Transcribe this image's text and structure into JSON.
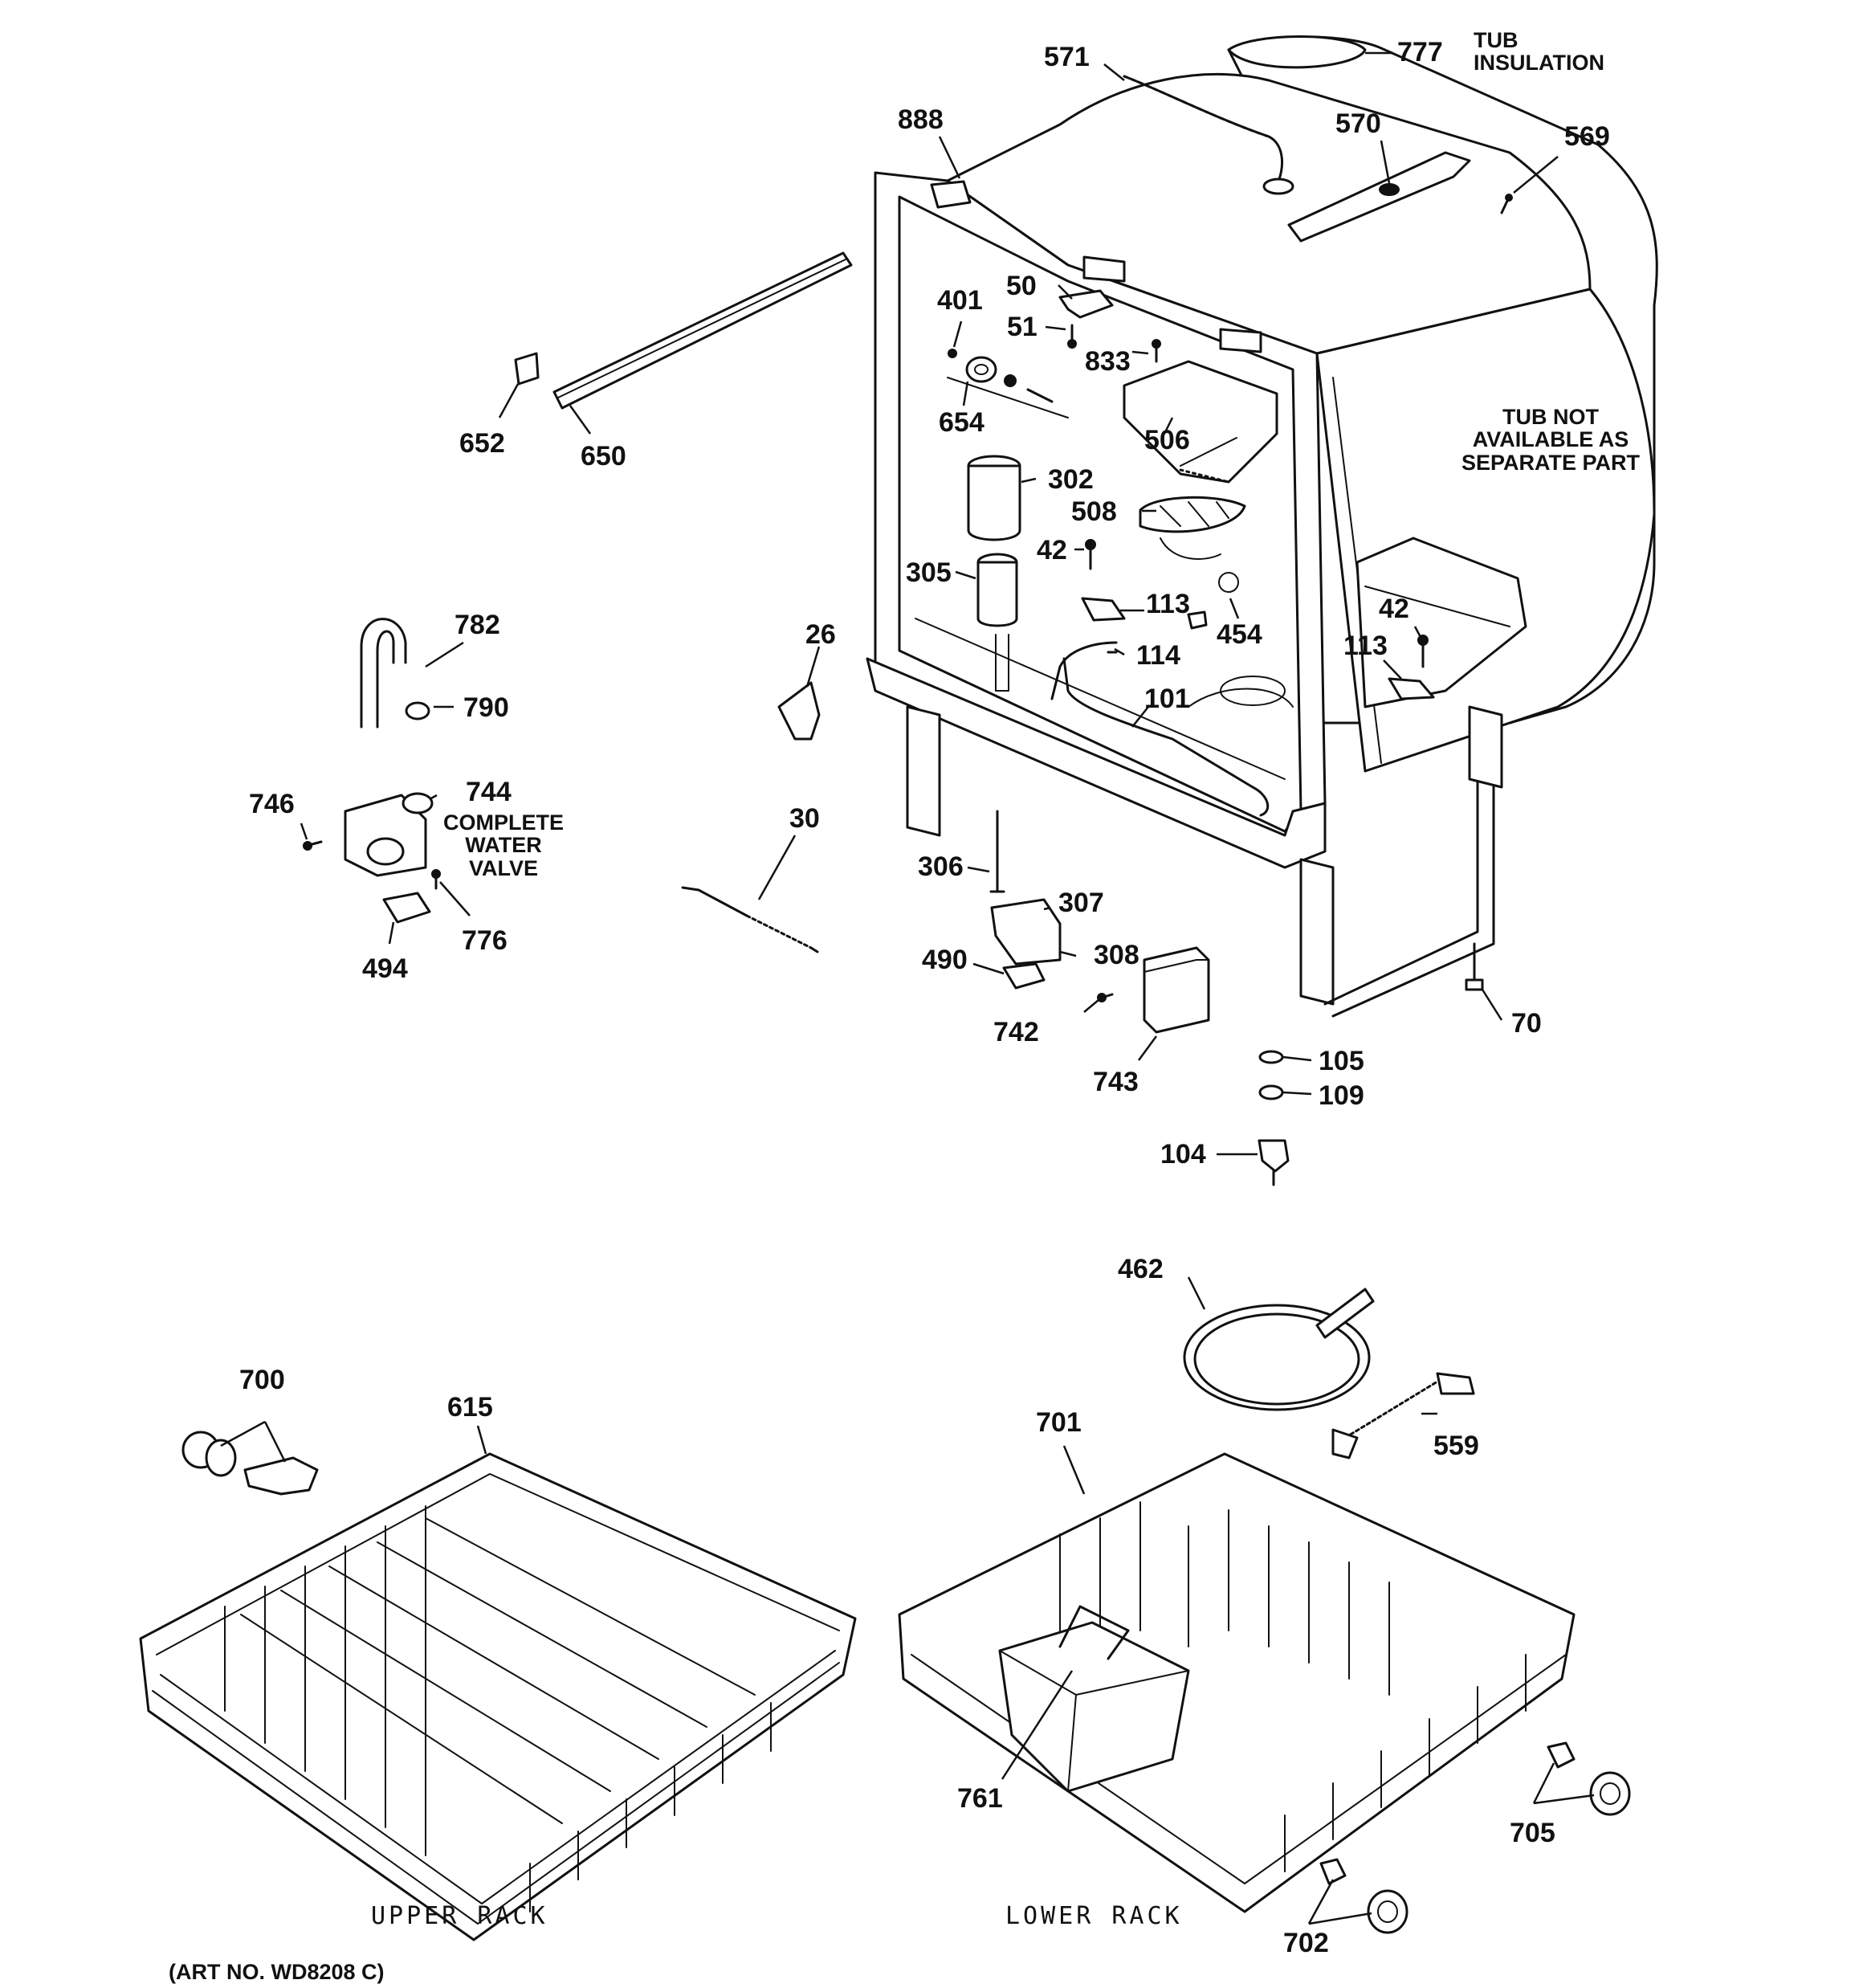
{
  "diagram": {
    "parts": [
      {
        "id": "571",
        "label": "571"
      },
      {
        "id": "777",
        "label": "777"
      },
      {
        "id": "888",
        "label": "888"
      },
      {
        "id": "570",
        "label": "570"
      },
      {
        "id": "569",
        "label": "569"
      },
      {
        "id": "50",
        "label": "50"
      },
      {
        "id": "401",
        "label": "401"
      },
      {
        "id": "51",
        "label": "51"
      },
      {
        "id": "833",
        "label": "833"
      },
      {
        "id": "654",
        "label": "654"
      },
      {
        "id": "652",
        "label": "652"
      },
      {
        "id": "650",
        "label": "650"
      },
      {
        "id": "506",
        "label": "506"
      },
      {
        "id": "302",
        "label": "302"
      },
      {
        "id": "508",
        "label": "508"
      },
      {
        "id": "42a",
        "label": "42"
      },
      {
        "id": "305",
        "label": "305"
      },
      {
        "id": "113a",
        "label": "113"
      },
      {
        "id": "454",
        "label": "454"
      },
      {
        "id": "42b",
        "label": "42"
      },
      {
        "id": "113b",
        "label": "113"
      },
      {
        "id": "782",
        "label": "782"
      },
      {
        "id": "790",
        "label": "790"
      },
      {
        "id": "26",
        "label": "26"
      },
      {
        "id": "114",
        "label": "114"
      },
      {
        "id": "101",
        "label": "101"
      },
      {
        "id": "744",
        "label": "744"
      },
      {
        "id": "746",
        "label": "746"
      },
      {
        "id": "30",
        "label": "30"
      },
      {
        "id": "306",
        "label": "306"
      },
      {
        "id": "307",
        "label": "307"
      },
      {
        "id": "776",
        "label": "776"
      },
      {
        "id": "494",
        "label": "494"
      },
      {
        "id": "490",
        "label": "490"
      },
      {
        "id": "308",
        "label": "308"
      },
      {
        "id": "742",
        "label": "742"
      },
      {
        "id": "743",
        "label": "743"
      },
      {
        "id": "70",
        "label": "70"
      },
      {
        "id": "105",
        "label": "105"
      },
      {
        "id": "109",
        "label": "109"
      },
      {
        "id": "104",
        "label": "104"
      },
      {
        "id": "462",
        "label": "462"
      },
      {
        "id": "700",
        "label": "700"
      },
      {
        "id": "615",
        "label": "615"
      },
      {
        "id": "701",
        "label": "701"
      },
      {
        "id": "559",
        "label": "559"
      },
      {
        "id": "761",
        "label": "761"
      },
      {
        "id": "705",
        "label": "705"
      },
      {
        "id": "702",
        "label": "702"
      }
    ],
    "notes": {
      "tub_insulation": [
        "TUB",
        "INSULATION"
      ],
      "tub_not_available": [
        "TUB NOT",
        "AVAILABLE AS",
        "SEPARATE PART"
      ],
      "complete_water_valve": [
        "COMPLETE",
        "WATER",
        "VALVE"
      ]
    },
    "captions": {
      "upper_rack": "UPPER RACK",
      "lower_rack": "LOWER RACK"
    },
    "art_number": "(ART NO. WD8208 C)"
  }
}
